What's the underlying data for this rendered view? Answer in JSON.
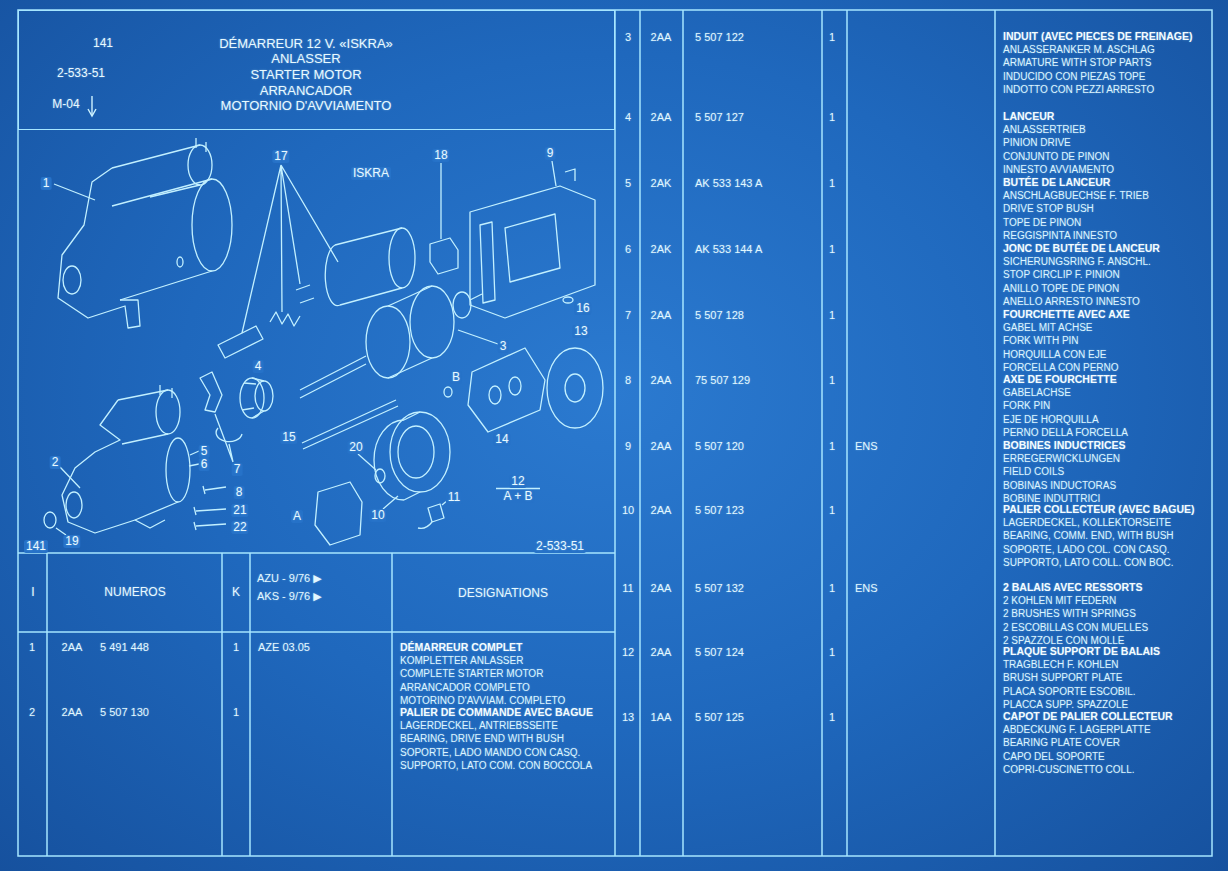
{
  "diagram": {
    "nodes": [
      {
        "text": [
          "141",
          "2-533-51",
          "M-04",
          "DÉMARREUR 12 V. «ISKRA»",
          "ANLASSER",
          "STARTER MOTOR",
          "ARRANCADOR",
          "MOTORNIO D'AVVIAMENTO"
        ]
      }
    ],
    "labels": [
      "1",
      "17",
      "ISKRA",
      "18",
      "9",
      "16",
      "13",
      "3",
      "4",
      "B",
      "15",
      "20",
      "14",
      "5",
      "6",
      "7",
      "2",
      "8",
      "12",
      "A + B",
      "11",
      "21",
      "10",
      "A",
      "22",
      "19",
      "141",
      "2-533-51",
      "I",
      "NUMEROS",
      "K",
      "AZU - 9/76 ▶",
      "AKS - 9/76 ▶",
      "DESIGNATIONS",
      "1",
      "2AA",
      "5 491 448",
      "1",
      "AZE 03.05",
      "DÉMARREUR COMPLET",
      "KOMPLETTER ANLASSER",
      "COMPLETE STARTER MOTOR",
      "ARRANCADOR COMPLETO",
      "MOTORINO D'AVVIAM. COMPLETO",
      "2",
      "2AA",
      "5 507 130",
      "1",
      "PALIER DE COMMANDE AVEC BAGUE",
      "LAGERDECKEL, ANTRIEBSSEITE",
      "BEARING, DRIVE END WITH BUSH",
      "SOPORTE, LADO MANDO CON CASQ.",
      "SUPPORTO, LATO COM. CON BOCCOLA",
      "3",
      "2AA",
      "5 507 122",
      "1",
      "INDUIT (AVEC PIECES DE FREINAGE)",
      "ANLASSERANKER M. ASCHLAG",
      "ARMATURE WITH STOP PARTS",
      "INDUCIDO CON PIEZAS TOPE",
      "INDOTTO CON PEZZI ARRESTO",
      "4",
      "2AA",
      "5 507 127",
      "1",
      "LANCEUR",
      "ANLASSERTRIEB",
      "PINION DRIVE",
      "CONJUNTO DE PINON",
      "INNESTO AVVIAMENTO",
      "5",
      "2AK",
      "AK 533 143 A",
      "1",
      "BUTÉE DE LANCEUR",
      "ANSCHLAGBUECHSE F. TRIEB",
      "DRIVE STOP BUSH",
      "TOPE DE PINON",
      "REGGISPINTA INNESTO",
      "6",
      "2AK",
      "AK 533 144 A",
      "1",
      "JONC DE BUTÉE DE LANCEUR",
      "SICHERUNGSRING F. ANSCHL.",
      "STOP CIRCLIP F. PINION",
      "ANILLO TOPE DE PINON",
      "ANELLO ARRESTO INNESTO",
      "7",
      "2AA",
      "5 507 128",
      "1",
      "FOURCHETTE AVEC AXE",
      "GABEL MIT ACHSE",
      "FORK WITH PIN",
      "HORQUILLA CON EJE",
      "FORCELLA CON PERNO",
      "8",
      "2AA",
      "75 507 129",
      "1",
      "AXE DE FOURCHETTE",
      "GABELACHSE",
      "FORK PIN",
      "EJE DE HORQUILLA",
      "PERNO DELLA FORCELLA",
      "9",
      "2AA",
      "5 507 120",
      "1",
      "ENS",
      "BOBINES INDUCTRICES",
      "ERREGERWICKLUNGEN",
      "FIELD COILS",
      "BOBINAS INDUCTORAS",
      "BOBINE INDUTTRICI",
      "10",
      "2AA",
      "5 507 123",
      "1",
      "PALIER COLLECTEUR (AVEC BAGUE)",
      "LAGERDECKEL, KOLLEKTORSEITE",
      "BEARING, COMM. END, WITH BUSH",
      "SOPORTE, LADO COL. CON CASQ.",
      "SUPPORTO, LATO COLL. CON BOC.",
      "11",
      "2AA",
      "5 507 132",
      "1",
      "ENS",
      "2 BALAIS AVEC RESSORTS",
      "2 KOHLEN MIT FEDERN",
      "2 BRUSHES WITH SPRINGS",
      "2 ESCOBILLAS CON MUELLES",
      "2 SPAZZOLE CON MOLLE",
      "12",
      "2AA",
      "5 507 124",
      "1",
      "PLAQUE SUPPORT DE BALAIS",
      "TRAGBLECH F. KOHLEN",
      "BRUSH SUPPORT PLATE",
      "PLACA SOPORTE ESCOBIL.",
      "PLACCA SUPP. SPAZZOLE",
      "13",
      "1AA",
      "5 507 125",
      "1",
      "CAPOT DE PALIER COLLECTEUR",
      "ABDECKUNG F. LAGERPLATTE",
      "BEARING PLATE COVER",
      "CAPO DEL SOPORTE",
      "COPRI-CUSCINETTO COLL."
    ]
  }
}
